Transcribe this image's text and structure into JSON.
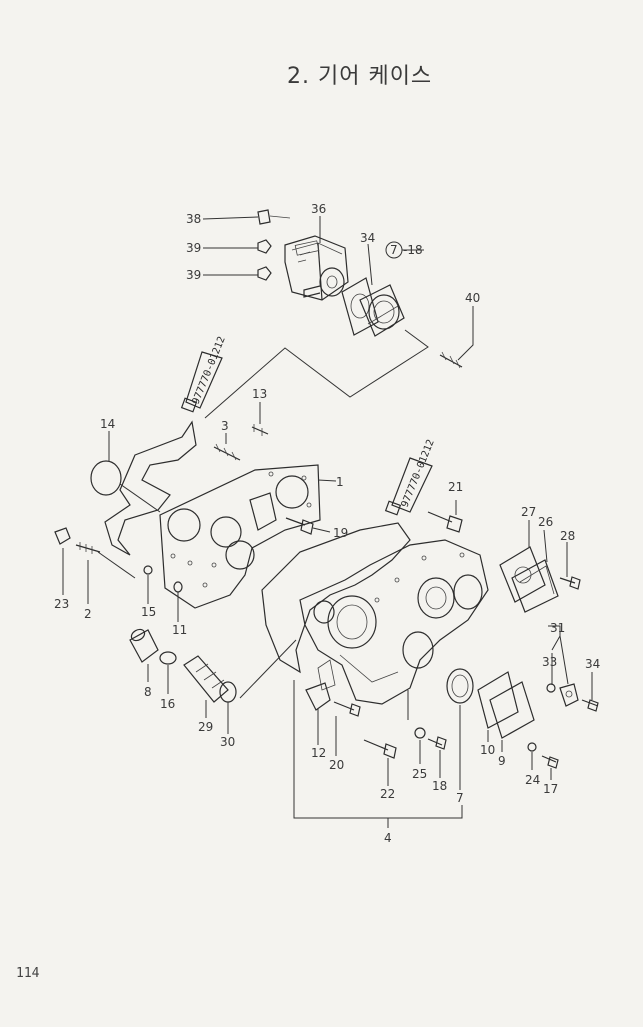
{
  "page": {
    "title": "2. 기어 케이스",
    "page_number": "114"
  },
  "sealant_tube_label": "977770-01212",
  "labels": {
    "p1": "1",
    "p2": "2",
    "p3": "3",
    "p4": "4",
    "p7": "7",
    "p8": "8",
    "p9": "9",
    "p10": "10",
    "p11": "11",
    "p12": "12",
    "p13": "13",
    "p14": "14",
    "p15": "15",
    "p16": "16",
    "p17": "17",
    "p18": "18",
    "p19": "19",
    "p20": "20",
    "p21": "21",
    "p22": "22",
    "p23": "23",
    "p24": "24",
    "p25": "25",
    "p26": "26",
    "p27": "27",
    "p28": "28",
    "p29": "29",
    "p30": "30",
    "p31": "31",
    "p33": "33",
    "p34a": "34",
    "p34b": "34",
    "p36": "36",
    "p38": "38",
    "p39a": "39",
    "p39b": "39",
    "p40": "40",
    "p7_18": "7",
    "p7_18_suffix": "-18"
  }
}
